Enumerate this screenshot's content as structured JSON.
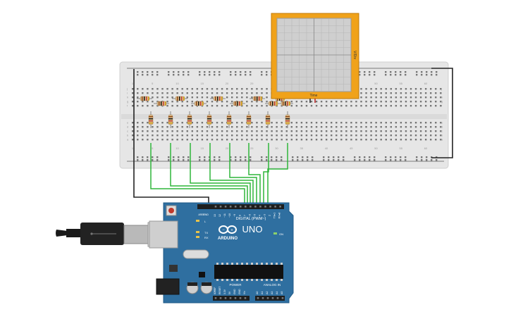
{
  "colors": {
    "breadboard": "#e6e6e6",
    "arduino_board": "#2f6fa0",
    "wire_green": "#2fb53a",
    "wire_black": "#222222",
    "oscilloscope_frame": "#f0a21a",
    "oscilloscope_screen": "#cfcfcf",
    "resistor_body": "#d9b98a",
    "led_red": "#cc2a1a"
  },
  "breadboard": {
    "top_row_letters": [
      "j",
      "i",
      "h",
      "g",
      "f"
    ],
    "bottom_row_letters": [
      "e",
      "d",
      "c",
      "b",
      "a"
    ],
    "top_column_numbers": [
      "1",
      "5",
      "10",
      "15",
      "20",
      "25",
      "30",
      "35",
      "40",
      "45",
      "50",
      "55",
      "60"
    ],
    "bottom_column_numbers": [
      "1",
      "5",
      "10",
      "15",
      "20",
      "25",
      "30",
      "35",
      "40",
      "45",
      "50",
      "55",
      "60"
    ]
  },
  "oscilloscope": {
    "x_label": "Time",
    "y_label": "V/Div"
  },
  "arduino": {
    "brand": "ARDUINO",
    "model": "UNO",
    "digital_header_label": "DIGITAL (PWM~)",
    "power_label": "POWER",
    "analog_label": "ANALOG IN",
    "on_label": "ON",
    "tx_label": "TX",
    "rx_label": "RX",
    "l_label": "L",
    "aref_label": "AREF",
    "gnd_label": "GND",
    "digital_pins": [
      "13",
      "12",
      "~11",
      "~10",
      "~9",
      "8",
      "7",
      "~6",
      "~5",
      "4",
      "~3",
      "2",
      "TX▸1",
      "RX◂0"
    ],
    "power_pins": [
      "IOREF",
      "RESET",
      "3.3V",
      "5V",
      "GND",
      "GND",
      "Vin"
    ],
    "analog_pins": [
      "A0",
      "A1",
      "A2",
      "A3",
      "A4",
      "A5"
    ]
  },
  "icons": {
    "usb_cable": "usb-cable-icon",
    "reset_button": "reset-button-icon",
    "power_jack": "dc-power-jack-icon",
    "chip": "atmega-chip-icon"
  }
}
